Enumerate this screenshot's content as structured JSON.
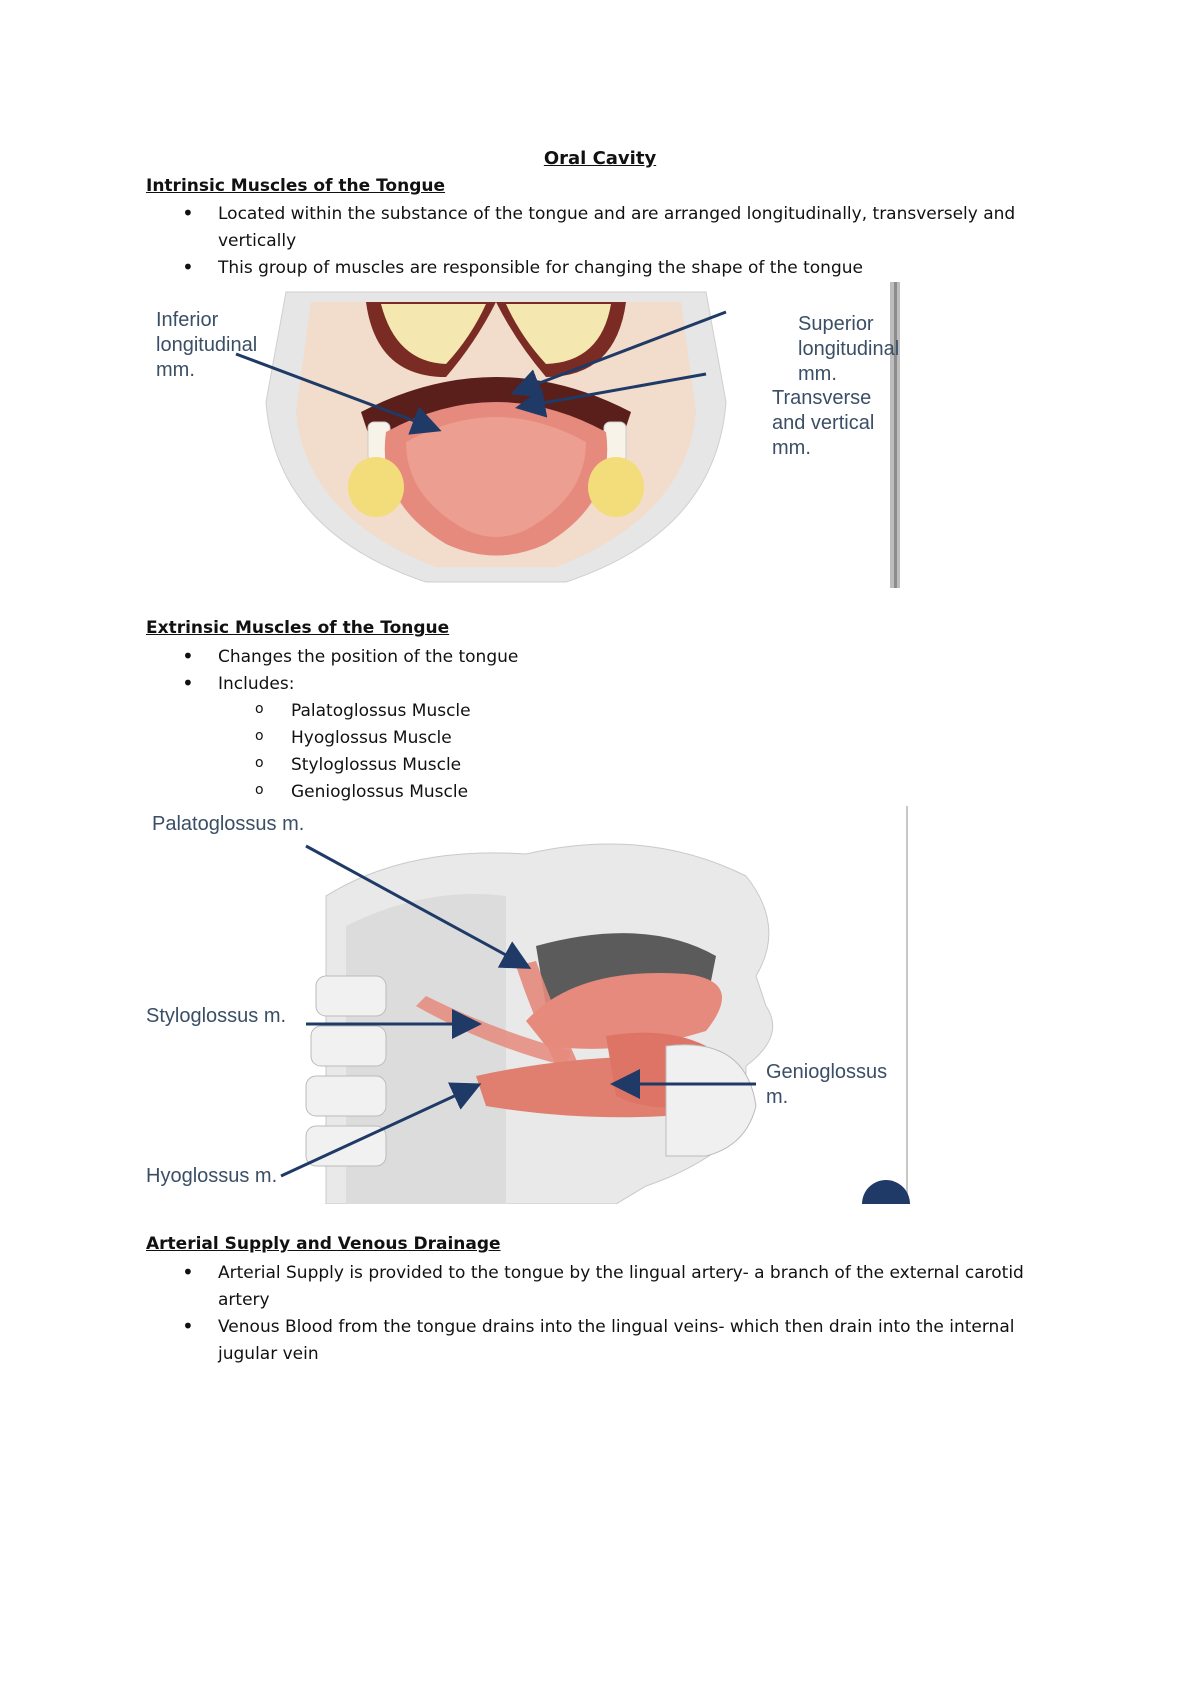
{
  "title": "Oral Cavity",
  "intrinsic": {
    "heading": "Intrinsic Muscles of the Tongue",
    "bullets": [
      "Located within the substance of the tongue and are arranged longitudinally, transversely and vertically",
      "This group of muscles are responsible for changing the shape of the tongue"
    ],
    "figure": {
      "labels": {
        "inferior": "Inferior\nlongitudinal\nmm.",
        "superior": "Superior\nlongitudinal\nmm.",
        "transverse": "Transverse\nand vertical\nmm."
      }
    }
  },
  "extrinsic": {
    "heading": "Extrinsic Muscles of the Tongue",
    "bullets": [
      "Changes the position of the tongue",
      "Includes:"
    ],
    "muscles": [
      "Palatoglossus Muscle",
      "Hyoglossus Muscle",
      "Styloglossus Muscle",
      "Genioglossus Muscle"
    ],
    "figure": {
      "labels": {
        "palatoglossus": "Palatoglossus m.",
        "styloglossus": "Styloglossus m.",
        "genioglossus": "Genioglossus\nm.",
        "hyoglossus": "Hyoglossus m."
      }
    }
  },
  "supply": {
    "heading": "Arterial Supply and Venous Drainage",
    "bullets": [
      "Arterial Supply is provided to the tongue by the lingual artery- a branch of the external carotid artery",
      "Venous Blood from the tongue drains into the lingual veins- which then drain into the internal jugular vein"
    ]
  },
  "colors": {
    "arrow": "#1f3a66",
    "label": "#3a4f66",
    "muscle": "#e58a7c"
  }
}
